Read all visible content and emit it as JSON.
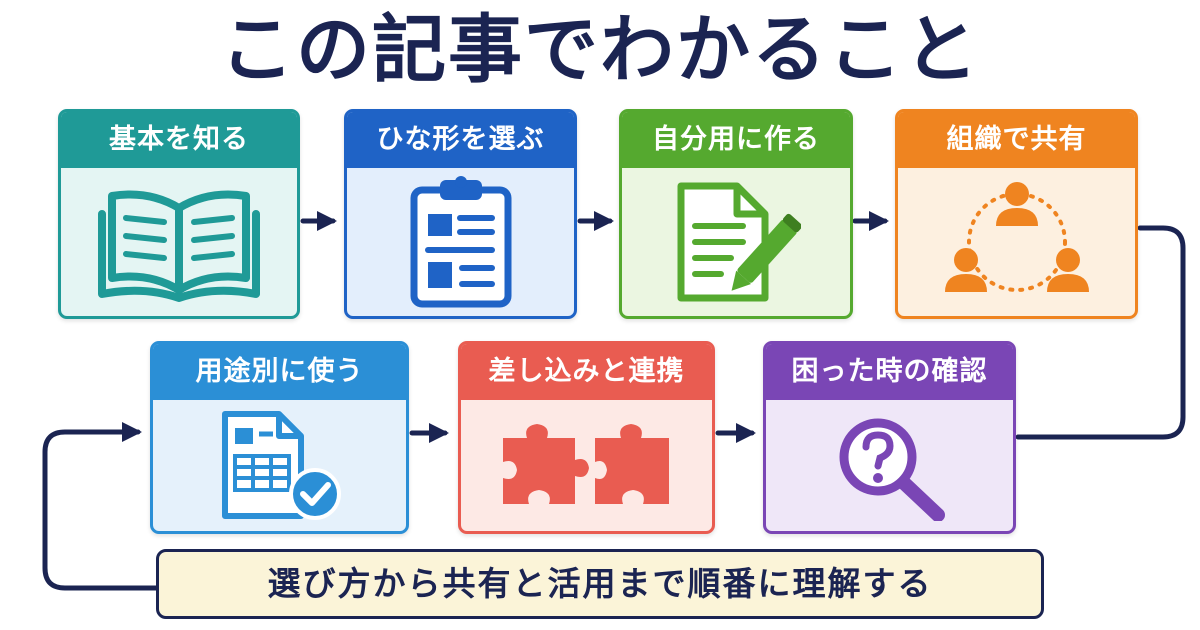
{
  "title": "この記事でわかること",
  "steps": [
    {
      "label": "基本を知る",
      "icon": "open-book-icon",
      "color": "#1f9a97",
      "bg": "#e4f5f3"
    },
    {
      "label": "ひな形を選ぶ",
      "icon": "clipboard-template-icon",
      "color": "#1f63c6",
      "bg": "#e3eefc"
    },
    {
      "label": "自分用に作る",
      "icon": "document-pencil-icon",
      "color": "#55a92f",
      "bg": "#ebf6e1"
    },
    {
      "label": "組織で共有",
      "icon": "people-network-icon",
      "color": "#ef8420",
      "bg": "#fdf0e0"
    },
    {
      "label": "用途別に使う",
      "icon": "spreadsheet-check-icon",
      "color": "#2b8fd6",
      "bg": "#e5f1fb"
    },
    {
      "label": "差し込みと連携",
      "icon": "puzzle-pieces-icon",
      "color": "#e95c51",
      "bg": "#fde9e5"
    },
    {
      "label": "困った時の確認",
      "icon": "question-magnifier-icon",
      "color": "#7a46b5",
      "bg": "#efe7f8"
    }
  ],
  "summary": "選び方から共有と活用まで順番に理解する",
  "colors": {
    "navy": "#1b2452",
    "summary_bg": "#fbf4d8"
  }
}
